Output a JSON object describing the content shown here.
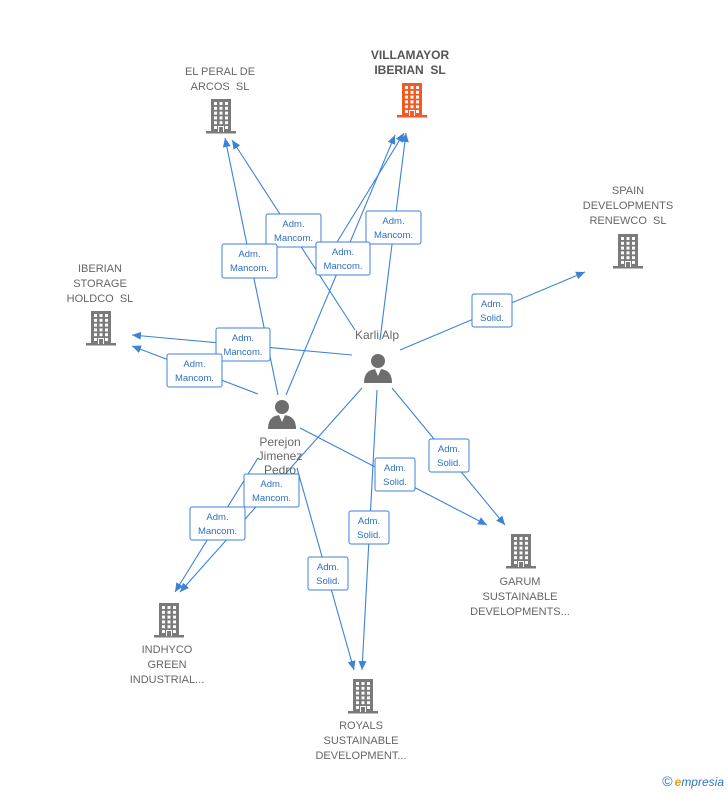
{
  "companies": [
    {
      "id": "villamayor",
      "lines": [
        "VILLAMAYOR",
        "IBERIAN  SL"
      ],
      "highlight": true,
      "color": "#f15a24"
    },
    {
      "id": "elperal",
      "lines": [
        "EL PERAL DE",
        "ARCOS  SL"
      ],
      "highlight": false,
      "color": "#7a7a7a"
    },
    {
      "id": "spain",
      "lines": [
        "SPAIN",
        "DEVELOPMENTS",
        "RENEWCO  SL"
      ],
      "highlight": false,
      "color": "#7a7a7a"
    },
    {
      "id": "iberian",
      "lines": [
        "IBERIAN",
        "STORAGE",
        "HOLDCO  SL"
      ],
      "highlight": false,
      "color": "#7a7a7a"
    },
    {
      "id": "garum",
      "lines": [
        "GARUM",
        "SUSTAINABLE",
        "DEVELOPMENTS..."
      ],
      "highlight": false,
      "color": "#7a7a7a"
    },
    {
      "id": "indhyco",
      "lines": [
        "INDHYCO",
        "GREEN",
        "INDUSTRIAL..."
      ],
      "highlight": false,
      "color": "#7a7a7a"
    },
    {
      "id": "royals",
      "lines": [
        "ROYALS",
        "SUSTAINABLE",
        "DEVELOPMENT..."
      ],
      "highlight": false,
      "color": "#7a7a7a"
    }
  ],
  "persons": [
    {
      "id": "karli",
      "lines": [
        "Karli Alp"
      ]
    },
    {
      "id": "perejon",
      "lines": [
        "Perejon",
        "Jimenez",
        "Pedro"
      ]
    }
  ],
  "edge_labels": [
    {
      "id": "e1",
      "lines": [
        "Adm.",
        "Mancom."
      ]
    },
    {
      "id": "e2",
      "lines": [
        "Adm.",
        "Mancom."
      ]
    },
    {
      "id": "e3",
      "lines": [
        "Adm.",
        "Mancom."
      ]
    },
    {
      "id": "e4",
      "lines": [
        "Adm.",
        "Mancom."
      ]
    },
    {
      "id": "e5",
      "lines": [
        "Adm.",
        "Solid."
      ]
    },
    {
      "id": "e6",
      "lines": [
        "Adm.",
        "Mancom."
      ]
    },
    {
      "id": "e7",
      "lines": [
        "Adm.",
        "Mancom."
      ]
    },
    {
      "id": "e8",
      "lines": [
        "Adm.",
        "Solid."
      ]
    },
    {
      "id": "e9",
      "lines": [
        "Adm.",
        "Solid."
      ]
    },
    {
      "id": "e10",
      "lines": [
        "Adm.",
        "Mancom."
      ]
    },
    {
      "id": "e11",
      "lines": [
        "Adm.",
        "Mancom."
      ]
    },
    {
      "id": "e12",
      "lines": [
        "Adm.",
        "Solid."
      ]
    },
    {
      "id": "e13",
      "lines": [
        "Adm.",
        "Solid."
      ]
    }
  ],
  "footer": {
    "copyright": "©",
    "brand_first": "e",
    "brand_rest": "mpresia"
  },
  "colors": {
    "edge": "#3d82d6",
    "person": "#6e6e6e"
  }
}
